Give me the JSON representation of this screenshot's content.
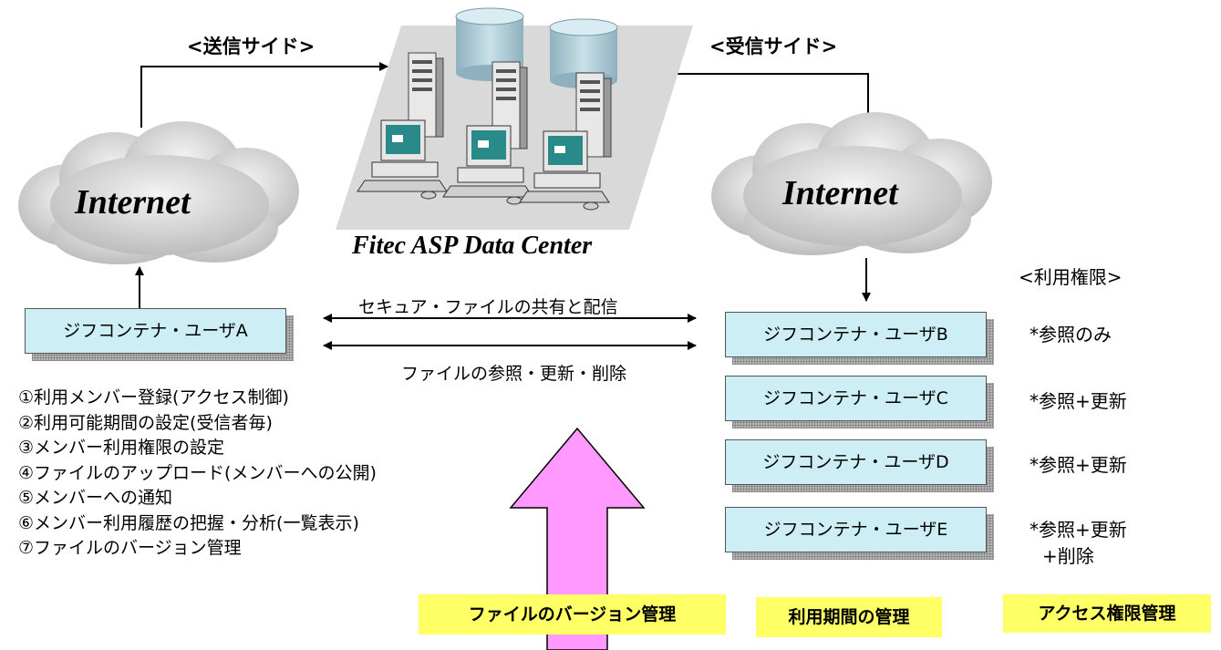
{
  "sender_label": "<送信サイド>",
  "receiver_label": "<受信サイド>",
  "cloud_left": "Internet",
  "cloud_right": "Internet",
  "datacenter_label": "Fitec ASP Data Center",
  "permissions_heading": "<利用権限>",
  "arrow_text_top": "セキュア・ファイルの共有と配信",
  "arrow_text_bottom": "ファイルの参照・更新・削除",
  "user_a": "ジフコンテナ・ユーザA",
  "receiver_users": [
    "ジフコンテナ・ユーザB",
    "ジフコンテナ・ユーザC",
    "ジフコンテナ・ユーザD",
    "ジフコンテナ・ユーザE"
  ],
  "permissions": [
    "*参照のみ",
    "*参照+更新",
    "*参照+更新",
    "*参照+更新",
    "+削除"
  ],
  "features": [
    "①利用メンバー登録(アクセス制御)",
    "②利用可能期間の設定(受信者毎)",
    "③メンバー利用権限の設定",
    "④ファイルのアップロード(メンバーへの公開)",
    "⑤メンバーへの通知",
    "⑥メンバー利用履歴の把握・分析(一覧表示)",
    "⑦ファイルのバージョン管理"
  ],
  "highlights": [
    "ファイルのバージョン管理",
    "利用期間の管理",
    "アクセス権限管理"
  ],
  "colors": {
    "user_box_fill": "#cdeef5",
    "highlight_fill": "#ffff66",
    "big_arrow_fill": "#ff99ff",
    "cloud_fill": "#d0d0d0",
    "datacenter_panel": "#d9d9d9"
  }
}
